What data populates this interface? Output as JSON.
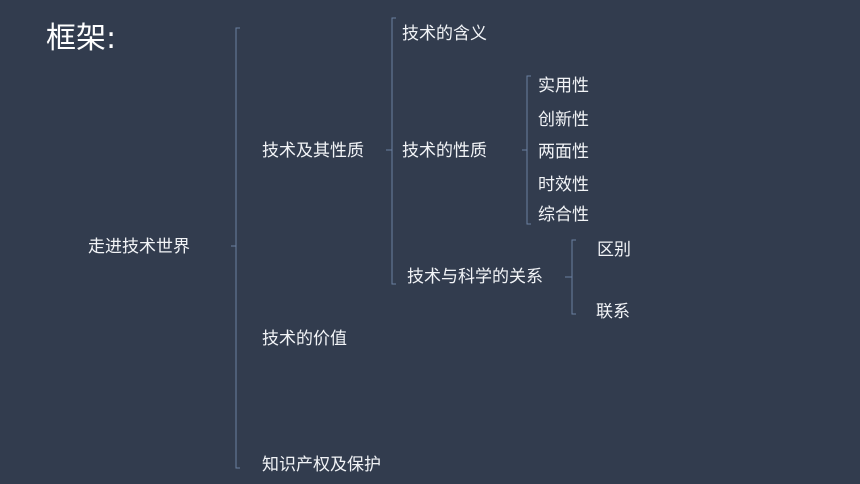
{
  "title": "框架:",
  "root": "走进技术世界",
  "level1": [
    "技术及其性质",
    "技术的价值",
    "知识产权及保护"
  ],
  "level2": [
    "技术的含义",
    "技术的性质",
    "技术与科学的关系"
  ],
  "properties": [
    "实用性",
    "创新性",
    "两面性",
    "时效性",
    "综合性"
  ],
  "relation": [
    "区别",
    "联系"
  ],
  "colors": {
    "background": "#323c4e",
    "bracket": "#6a7fa0",
    "text": "#f2f4f7"
  }
}
